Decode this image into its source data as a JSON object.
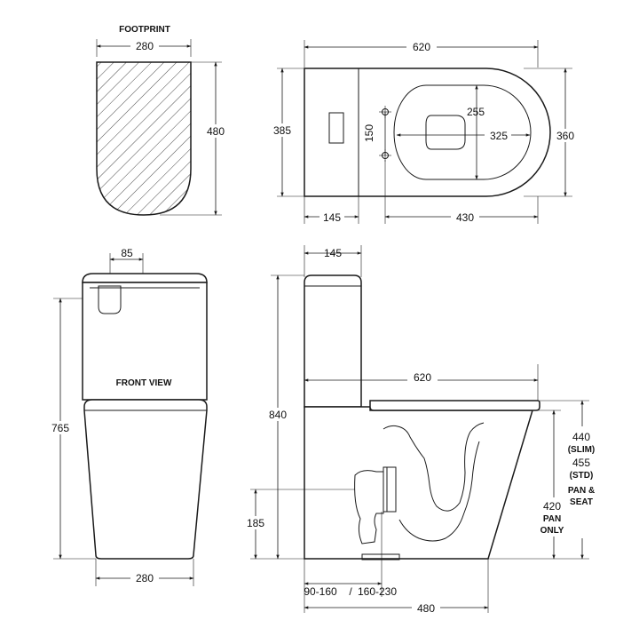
{
  "labels": {
    "footprint": "FOOTPRINT",
    "front_view": "FRONT VIEW"
  },
  "dimensions": {
    "footprint_width": "280",
    "footprint_depth": "480",
    "top_overall_width": "620",
    "top_cistern_depth": "385",
    "top_bowl_depth": "360",
    "top_seat_length": "255",
    "top_seat_width": "325",
    "top_fixing_spacing": "150",
    "top_cistern_width": "145",
    "top_fixing_to_front": "430",
    "front_handle_offset": "85",
    "front_height": "765",
    "front_base_width": "280",
    "side_cistern_width": "145",
    "side_seat_length": "620",
    "side_overall_height": "840",
    "side_waste_height": "185",
    "side_slim_height": "440",
    "side_slim_note": "(SLIM)",
    "side_std_height": "455",
    "side_std_note": "(STD)",
    "side_pan_seat": "PAN &",
    "side_pan_seat_2": "SEAT",
    "side_pan_only_height": "420",
    "side_pan_only": "PAN",
    "side_pan_only_2": "ONLY",
    "side_setout_a": "90-160",
    "side_setout_sep": "/",
    "side_setout_b": "160-230",
    "side_depth": "480"
  },
  "colors": {
    "line": "#1a1a1a",
    "background": "#ffffff"
  }
}
